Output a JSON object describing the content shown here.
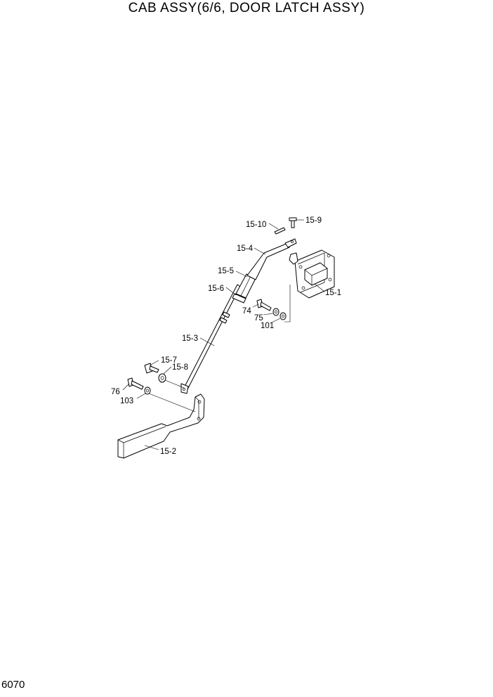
{
  "title": "CAB ASSY(6/6, DOOR LATCH ASSY)",
  "page_number": "6070",
  "callouts": {
    "c15_10": "15-10",
    "c15_9": "15-9",
    "c15_4": "15-4",
    "c15_5": "15-5",
    "c15_6": "15-6",
    "c15_1": "15-1",
    "c74": "74",
    "c75": "75",
    "c101": "101",
    "c15_3": "15-3",
    "c15_7": "15-7",
    "c15_8": "15-8",
    "c76": "76",
    "c103": "103",
    "c15_2": "15-2"
  }
}
